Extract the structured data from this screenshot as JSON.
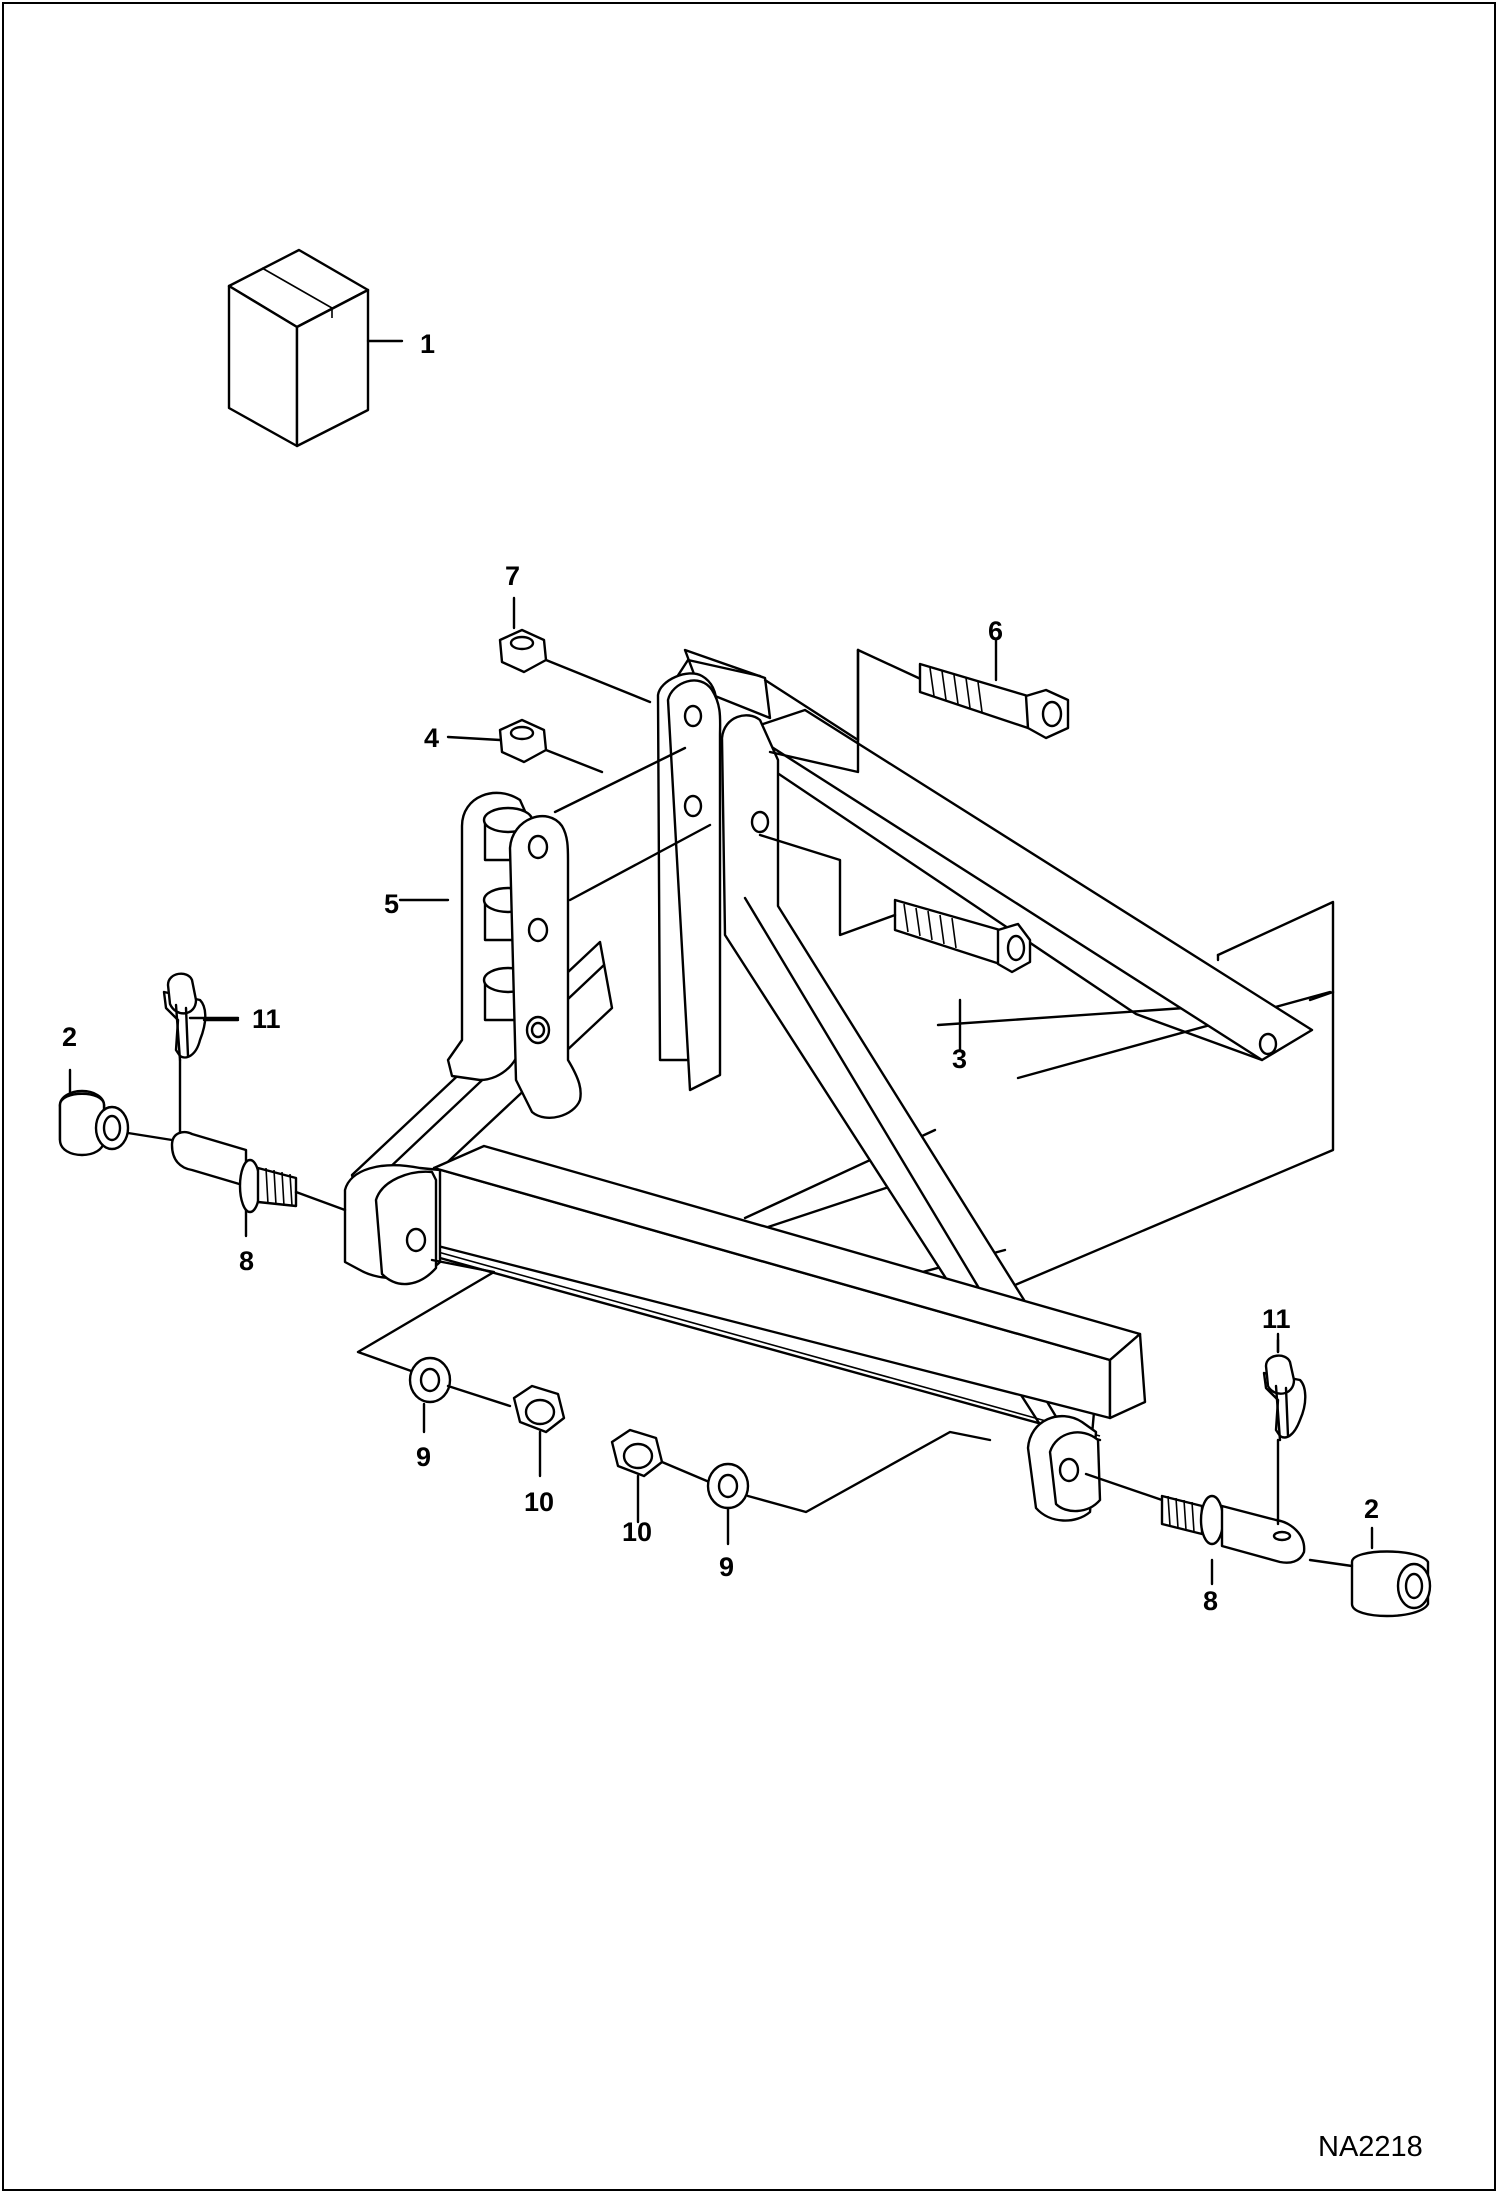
{
  "diagram": {
    "drawing_code": "NA2218",
    "callouts": [
      {
        "id": "c1",
        "label": "1",
        "part": "kit-box"
      },
      {
        "id": "c2a",
        "label": "2",
        "part": "bushing"
      },
      {
        "id": "c2b",
        "label": "2",
        "part": "bushing"
      },
      {
        "id": "c3",
        "label": "3",
        "part": "bolt"
      },
      {
        "id": "c4",
        "label": "4",
        "part": "nut"
      },
      {
        "id": "c5",
        "label": "5",
        "part": "top-link-bracket"
      },
      {
        "id": "c6",
        "label": "6",
        "part": "bolt"
      },
      {
        "id": "c7",
        "label": "7",
        "part": "nut"
      },
      {
        "id": "c8a",
        "label": "8",
        "part": "lower-link-pin"
      },
      {
        "id": "c8b",
        "label": "8",
        "part": "lower-link-pin"
      },
      {
        "id": "c9a",
        "label": "9",
        "part": "lock-washer"
      },
      {
        "id": "c9b",
        "label": "9",
        "part": "lock-washer"
      },
      {
        "id": "c10a",
        "label": "10",
        "part": "nut"
      },
      {
        "id": "c10b",
        "label": "10",
        "part": "nut"
      },
      {
        "id": "c11a",
        "label": "11",
        "part": "linch-pin"
      },
      {
        "id": "c11b",
        "label": "11",
        "part": "linch-pin"
      }
    ]
  }
}
